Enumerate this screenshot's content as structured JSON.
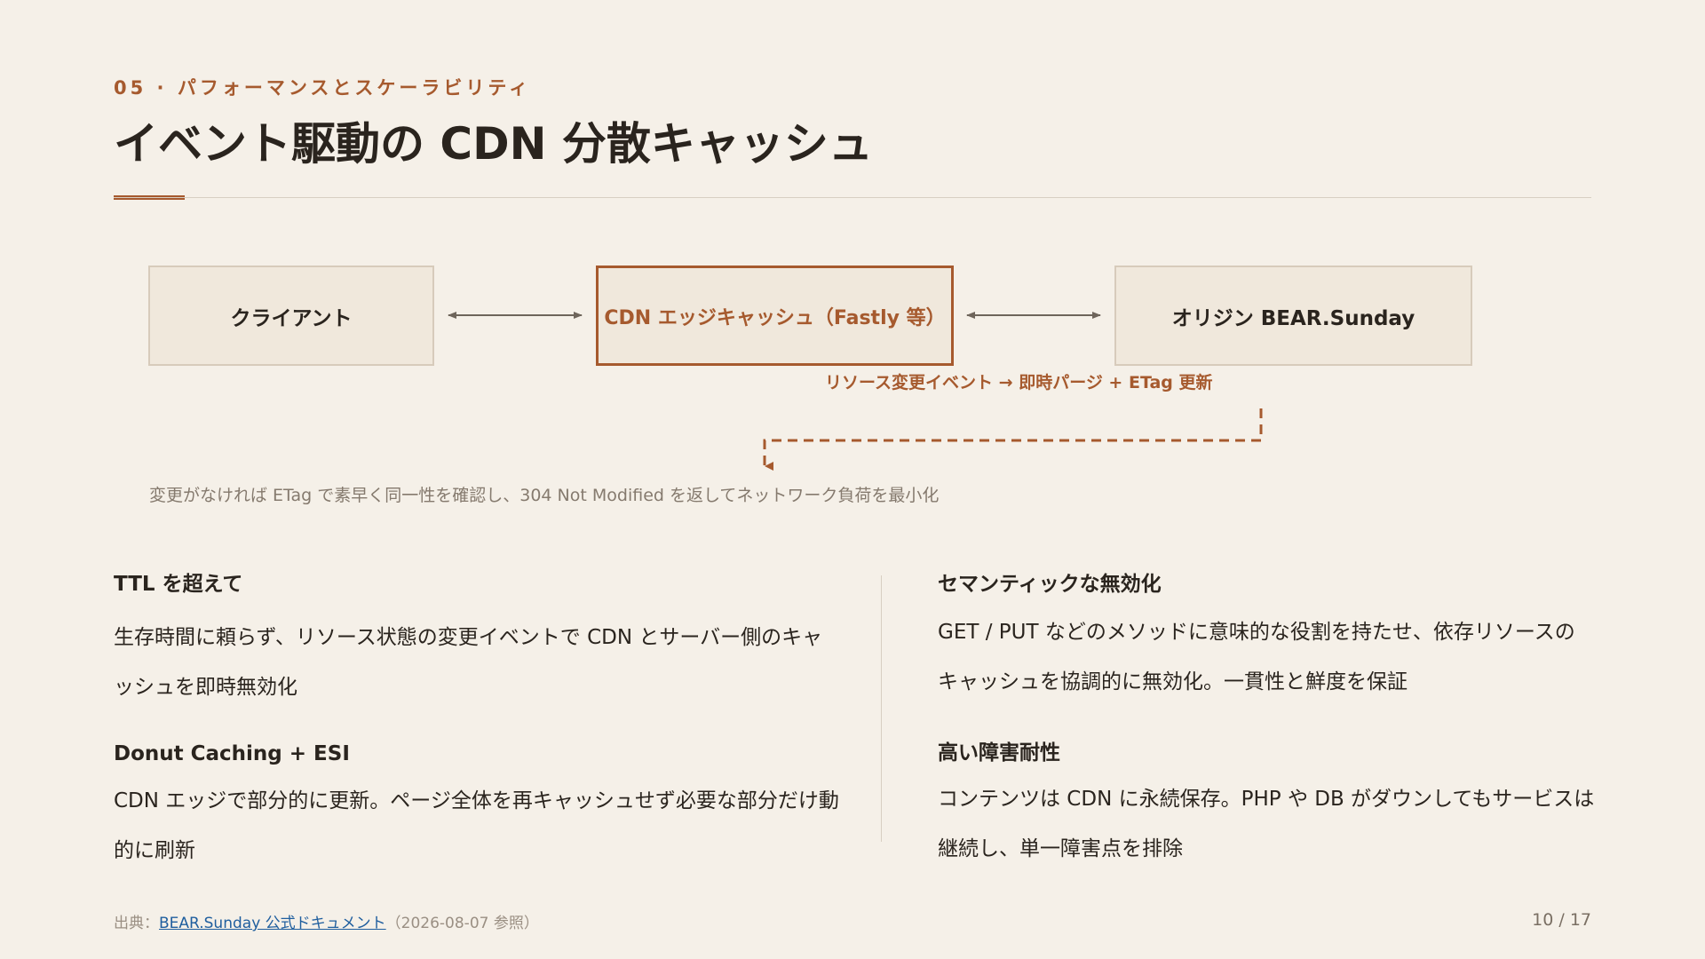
{
  "header": {
    "eyebrow": "05 · パフォーマンスとスケーラビリティ",
    "title": "イベント駆動の CDN 分散キャッシュ"
  },
  "diagram": {
    "nodes": {
      "client": "クライアント",
      "cdn": "CDN エッジキャッシュ（Fastly 等）",
      "origin": "オリジン BEAR.Sunday"
    },
    "event_label": "リソース変更イベント → 即時パージ + ETag 更新",
    "note": "変更がなければ ETag で素早く同一性を確認し、304 Not Modified を返してネットワーク負荷を最小化"
  },
  "left_column": [
    {
      "heading": "TTL を超えて",
      "body": "生存時間に頼らず、リソース状態の変更イベントで CDN とサーバー側のキャッシュを即時無効化"
    },
    {
      "heading": "Donut Caching + ESI",
      "body": "CDN エッジで部分的に更新。ページ全体を再キャッシュせず必要な部分だけ動的に刷新"
    }
  ],
  "right_column": [
    {
      "heading": "セマンティックな無効化",
      "body": "GET / PUT などのメソッドに意味的な役割を持たせ、依存リソースのキャッシュを協調的に無効化。一貫性と鮮度を保証"
    },
    {
      "heading": "高い障害耐性",
      "body": "コンテンツは CDN に永続保存。PHP や DB がダウンしてもサービスは継続し、単一障害点を排除"
    }
  ],
  "footer": {
    "source_prefix": "出典：",
    "source_link": "BEAR.Sunday 公式ドキュメント",
    "source_suffix": "（2026-08-07 参照）",
    "page": "10 / 17"
  },
  "colors": {
    "background": "#f5f0e8",
    "accent": "#a65a2e",
    "text": "#2a241e",
    "muted": "#857a6e",
    "link": "#1f5e9e"
  }
}
